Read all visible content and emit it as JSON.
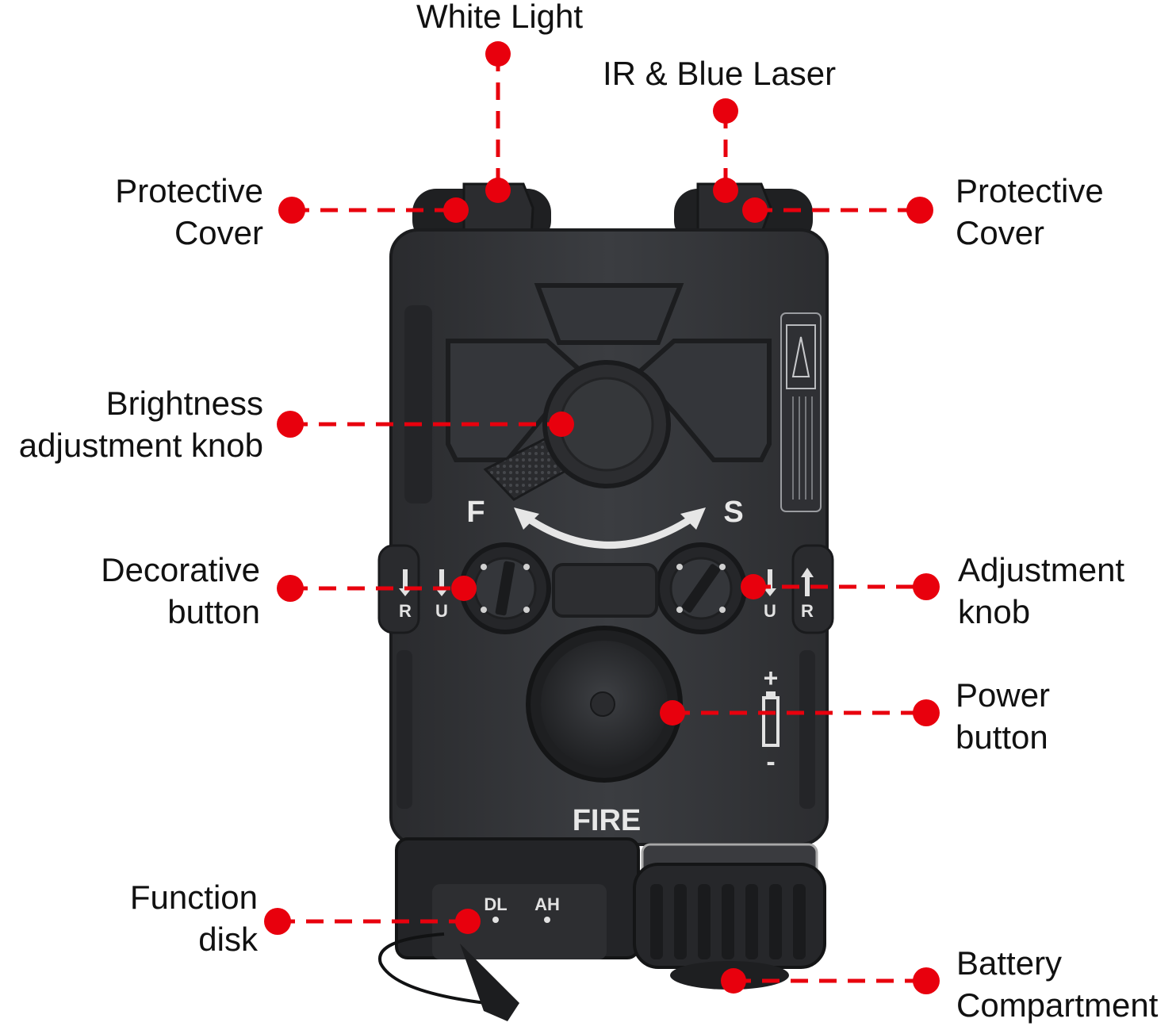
{
  "accent_color": "#e8000d",
  "device_markings": {
    "fire": "FIRE",
    "mode_f": "F",
    "mode_s": "S",
    "r_left": "R",
    "u_left": "U",
    "u_right": "U",
    "r_right": "R",
    "battery_plus": "+",
    "battery_minus": "-",
    "dl": "DL",
    "ah": "AH"
  },
  "callouts": {
    "white_light": {
      "lines": [
        "White Light"
      ]
    },
    "ir_blue_laser": {
      "lines": [
        "IR & Blue Laser"
      ]
    },
    "protective_cover_left": {
      "lines": [
        "Protective",
        "Cover"
      ]
    },
    "protective_cover_right": {
      "lines": [
        "Protective",
        "Cover"
      ]
    },
    "brightness_knob": {
      "lines": [
        "Brightness",
        "adjustment knob"
      ]
    },
    "decorative_button": {
      "lines": [
        "Decorative",
        "button"
      ]
    },
    "adjustment_knob": {
      "lines": [
        "Adjustment",
        "knob"
      ]
    },
    "power_button": {
      "lines": [
        "Power",
        "button"
      ]
    },
    "function_disk": {
      "lines": [
        "Function",
        "disk"
      ]
    },
    "battery_compartment": {
      "lines": [
        "Battery",
        "Compartment"
      ]
    }
  }
}
